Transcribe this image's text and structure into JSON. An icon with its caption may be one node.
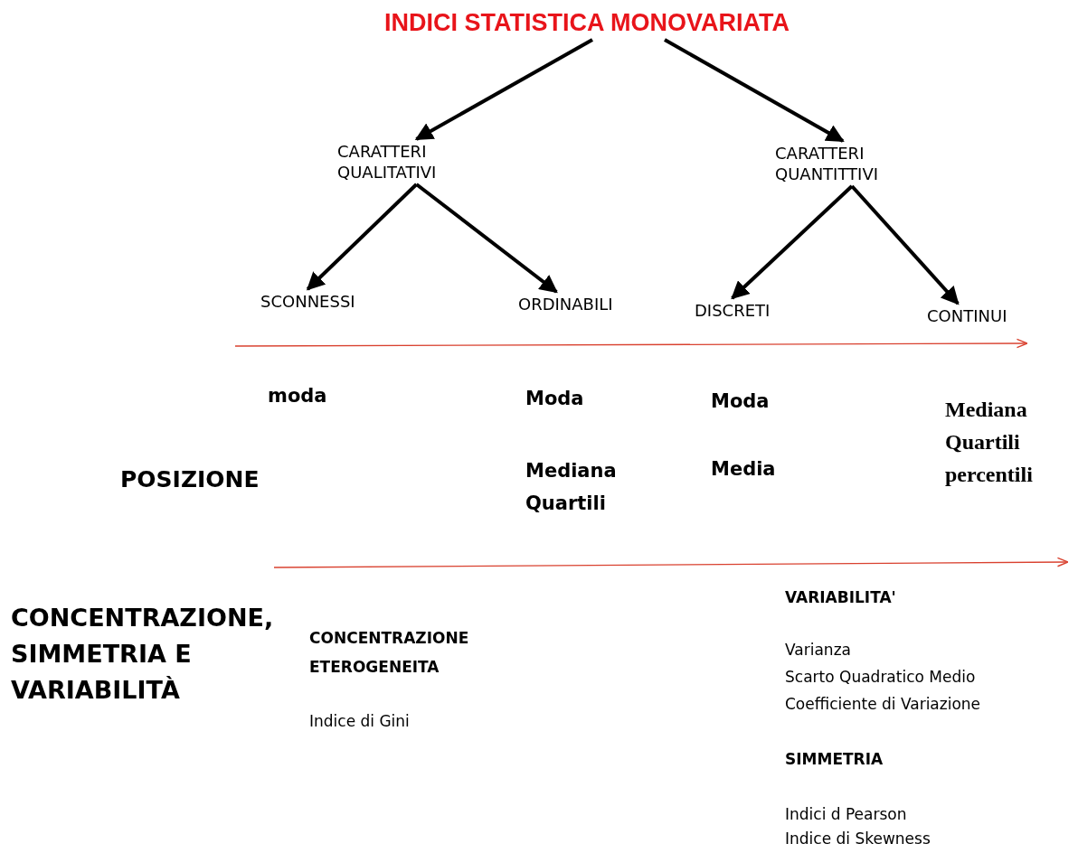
{
  "diagram": {
    "nodes": [
      {
        "text": [
          "INDICI STATISTICA MONOVARIATA"
        ]
      },
      {
        "text": [
          "CARATTERI QUALITATIVI"
        ]
      },
      {
        "text": [
          "CARATTERI QUANTITTIVI"
        ]
      },
      {
        "text": [
          "SCONNESSI"
        ]
      },
      {
        "text": [
          "ORDINABILI"
        ]
      },
      {
        "text": [
          "DISCRETI"
        ]
      },
      {
        "text": [
          "CONTINUI"
        ]
      }
    ],
    "edges": [
      {
        "from": 0,
        "to": 1,
        "arrow": "to"
      },
      {
        "from": 0,
        "to": 2,
        "arrow": "to"
      },
      {
        "from": 1,
        "to": 3,
        "arrow": "to"
      },
      {
        "from": 1,
        "to": 4,
        "arrow": "to"
      },
      {
        "from": 2,
        "to": 5,
        "arrow": "to"
      },
      {
        "from": 2,
        "to": 6,
        "arrow": "to"
      }
    ],
    "labels": [
      "moda",
      "Moda",
      "Mediana Quartili",
      "Moda",
      "Media",
      "Mediana Quartili percentili",
      "POSIZIONE",
      "CONCENTRAZIONE, SIMMETRIA E VARIABILITÀ",
      "CONCENTRAZIONE ETEROGENEITA",
      "Indice di Gini",
      "VARIABILITA'",
      "Varianza",
      "Scarto Quadratico Medio",
      "Coefficiente di Variazione",
      "SIMMETRIA",
      "Indici d Pearson",
      "Indice di Skewness"
    ]
  }
}
